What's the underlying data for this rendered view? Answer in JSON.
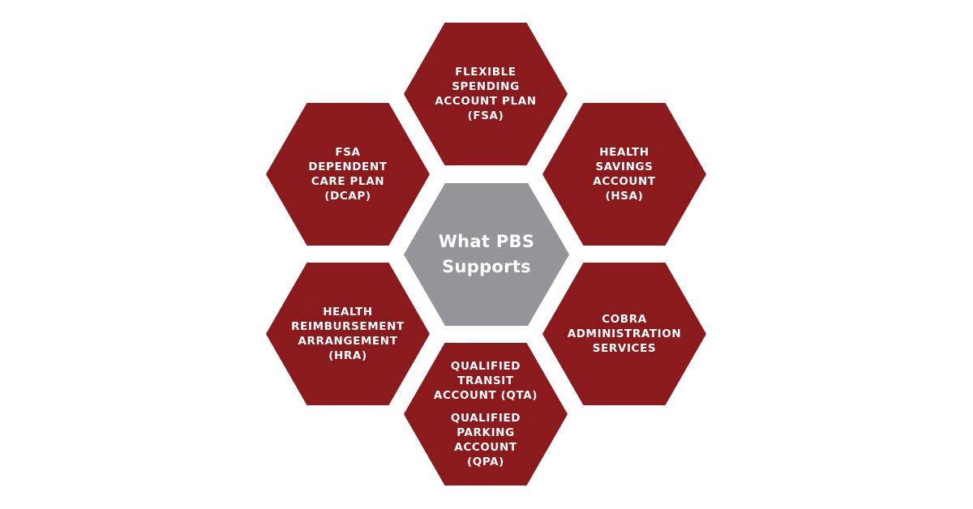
{
  "center": {
    "label": "What PBS\nSupports"
  },
  "hexagons": {
    "fsa": "FLEXIBLE\nSPENDING\nACCOUNT PLAN\n(FSA)",
    "dcap": "FSA\nDEPENDENT\nCARE PLAN\n(DCAP)",
    "hsa": "HEALTH\nSAVINGS\nACCOUNT\n(HSA)",
    "hra": "HEALTH\nREIMBURSEMENT\nARRANGEMENT\n(HRA)",
    "cobra": "COBRA\nADMINISTRATION\nSERVICES",
    "qta": "QUALIFIED\nTRANSIT\nACCOUNT (QTA)",
    "qpa": "QUALIFIED\nPARKING\nACCOUNT\n(QPA)"
  },
  "colors": {
    "hexagon_fill": "#8b1a1d",
    "center_fill": "#939598",
    "text": "#ffffff",
    "background": "#ffffff"
  }
}
